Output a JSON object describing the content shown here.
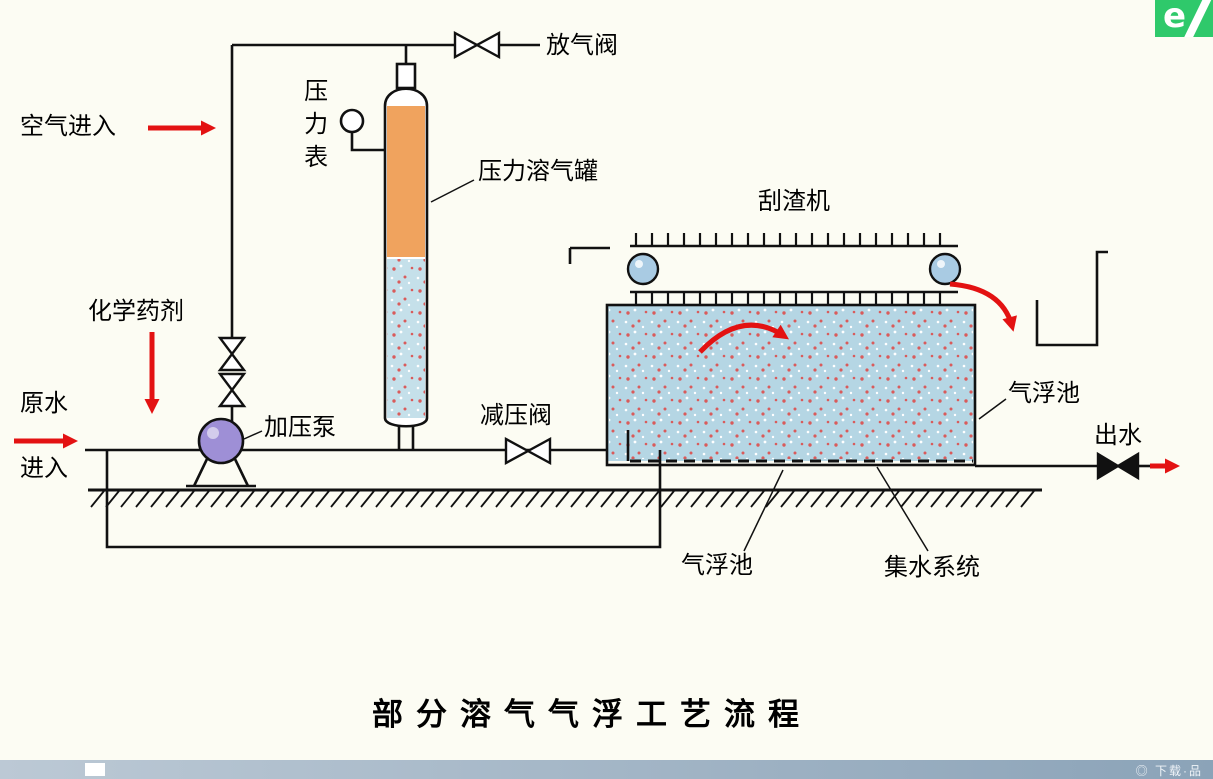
{
  "title": "部分溶气气浮工艺流程",
  "logo": {
    "letter": "e"
  },
  "footer": {
    "text": "◎ 下载·品"
  },
  "labels": {
    "air_in": "空气进入",
    "gas_valve": "放气阀",
    "gauge": "压力表",
    "tank": "压力溶气罐",
    "scraper": "刮渣机",
    "chemical": "化学药剂",
    "raw_water": "原水",
    "enter": "进入",
    "pump": "加压泵",
    "reduce_valve": "减压阀",
    "flotation_right": "气浮池",
    "water_out": "出水",
    "flotation_bottom": "气浮池",
    "collector": "集水系统"
  },
  "colors": {
    "red": "#e31212",
    "orange": "#f0a35e",
    "tank_water": "#c5e0ea",
    "pool_water": "#b5d6e4",
    "pump": "#9e8fd6",
    "pulley": "#a9cbe3",
    "logo_green": "#2fc96b",
    "footer_bar": "#8ba3b8",
    "speckle": "#d95b5b"
  }
}
